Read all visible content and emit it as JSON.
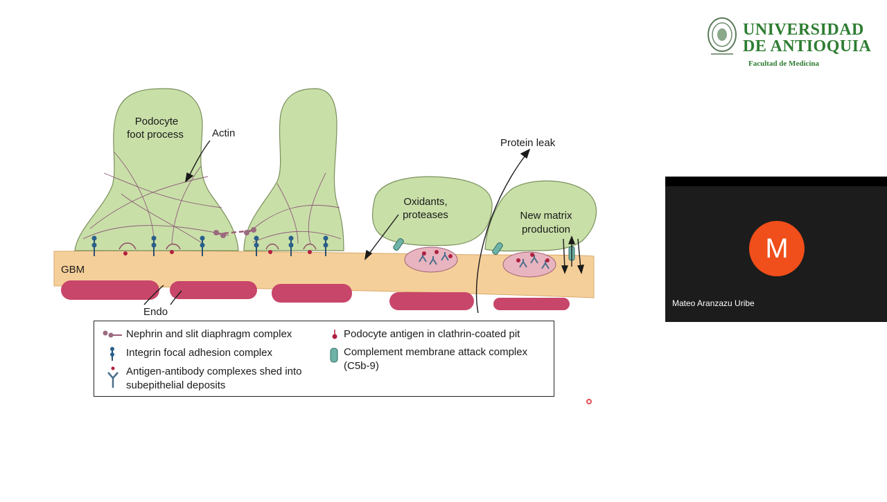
{
  "logo": {
    "line1": "UNIVERSIDAD",
    "line2": "DE ANTIOQUIA",
    "faculty": "Facultad de Medicina",
    "color": "#2e7d32"
  },
  "video_tile": {
    "initial": "M",
    "name": "Mateo Aranzazu Uribe",
    "avatar_color": "#f04e1a"
  },
  "diagram": {
    "labels": {
      "podocyte_line1": "Podocyte",
      "podocyte_line2": "foot process",
      "actin": "Actin",
      "protein_leak": "Protein leak",
      "oxidants_line1": "Oxidants,",
      "oxidants_line2": "proteases",
      "matrix_line1": "New matrix",
      "matrix_line2": "production",
      "gbm": "GBM",
      "endo": "Endo"
    },
    "colors": {
      "podocyte": "#c9dfa8",
      "gbm": "#f5cf9a",
      "endothelium": "#c8466a",
      "deposit": "#e8b4c0"
    }
  },
  "legend": {
    "nephrin": "Nephrin and slit diaphragm complex",
    "integrin": "Integrin focal adhesion complex",
    "complexes_line1": "Antigen-antibody complexes shed into",
    "complexes_line2": "subepithelial deposits",
    "antigen": "Podocyte antigen in clathrin-coated pit",
    "mac_line1": "Complement membrane attack complex",
    "mac_line2": "(C5b-9)"
  }
}
